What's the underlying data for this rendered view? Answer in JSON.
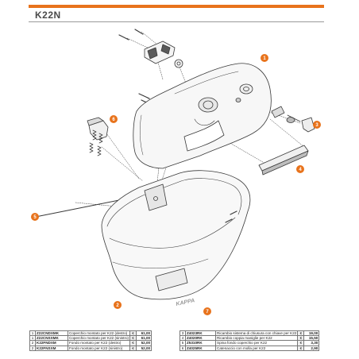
{
  "header": {
    "title": "K22N"
  },
  "callouts": [
    {
      "num": "1"
    },
    {
      "num": "2"
    },
    {
      "num": "3"
    },
    {
      "num": "4"
    },
    {
      "num": "5"
    },
    {
      "num": "6"
    },
    {
      "num": "7"
    }
  ],
  "brand_mark": "KAPPA",
  "parts_left": [
    {
      "qty": "1",
      "code": "Z22CNDXMK",
      "desc": "Coperchio montato per K22 (destro)",
      "cur": "€",
      "price": "61,00"
    },
    {
      "qty": "1",
      "code": "Z22CNSXMK",
      "desc": "Coperchio montato per K22 (sinistro)",
      "cur": "€",
      "price": "61,00"
    },
    {
      "qty": "2",
      "code": "K22FNDXM",
      "desc": "Fondo montato per K22 (destro)",
      "cur": "€",
      "price": "52,00"
    },
    {
      "qty": "2",
      "code": "K22FNSXM",
      "desc": "Fondo montato per K22 (sinistro)",
      "cur": "€",
      "price": "52,00"
    }
  ],
  "parts_right": [
    {
      "qty": "3",
      "code": "Z4023RK",
      "desc": "Ricambio sistema di chiusura con chiave per K22",
      "cur": "€",
      "price": "19,00"
    },
    {
      "qty": "4",
      "code": "Z4020RK",
      "desc": "Ricambio coppia maniglie per K22",
      "cur": "€",
      "price": "15,50"
    },
    {
      "qty": "5",
      "code": "Z5310RK",
      "desc": "Spina fondo coperchio per K22",
      "cur": "€",
      "price": "3,30"
    },
    {
      "qty": "6",
      "code": "Z4025RK",
      "desc": "Catenaccio con molla per K22",
      "cur": "€",
      "price": "2,90"
    }
  ],
  "colors": {
    "accent": "#e8731c",
    "line": "#3a3a3a"
  }
}
